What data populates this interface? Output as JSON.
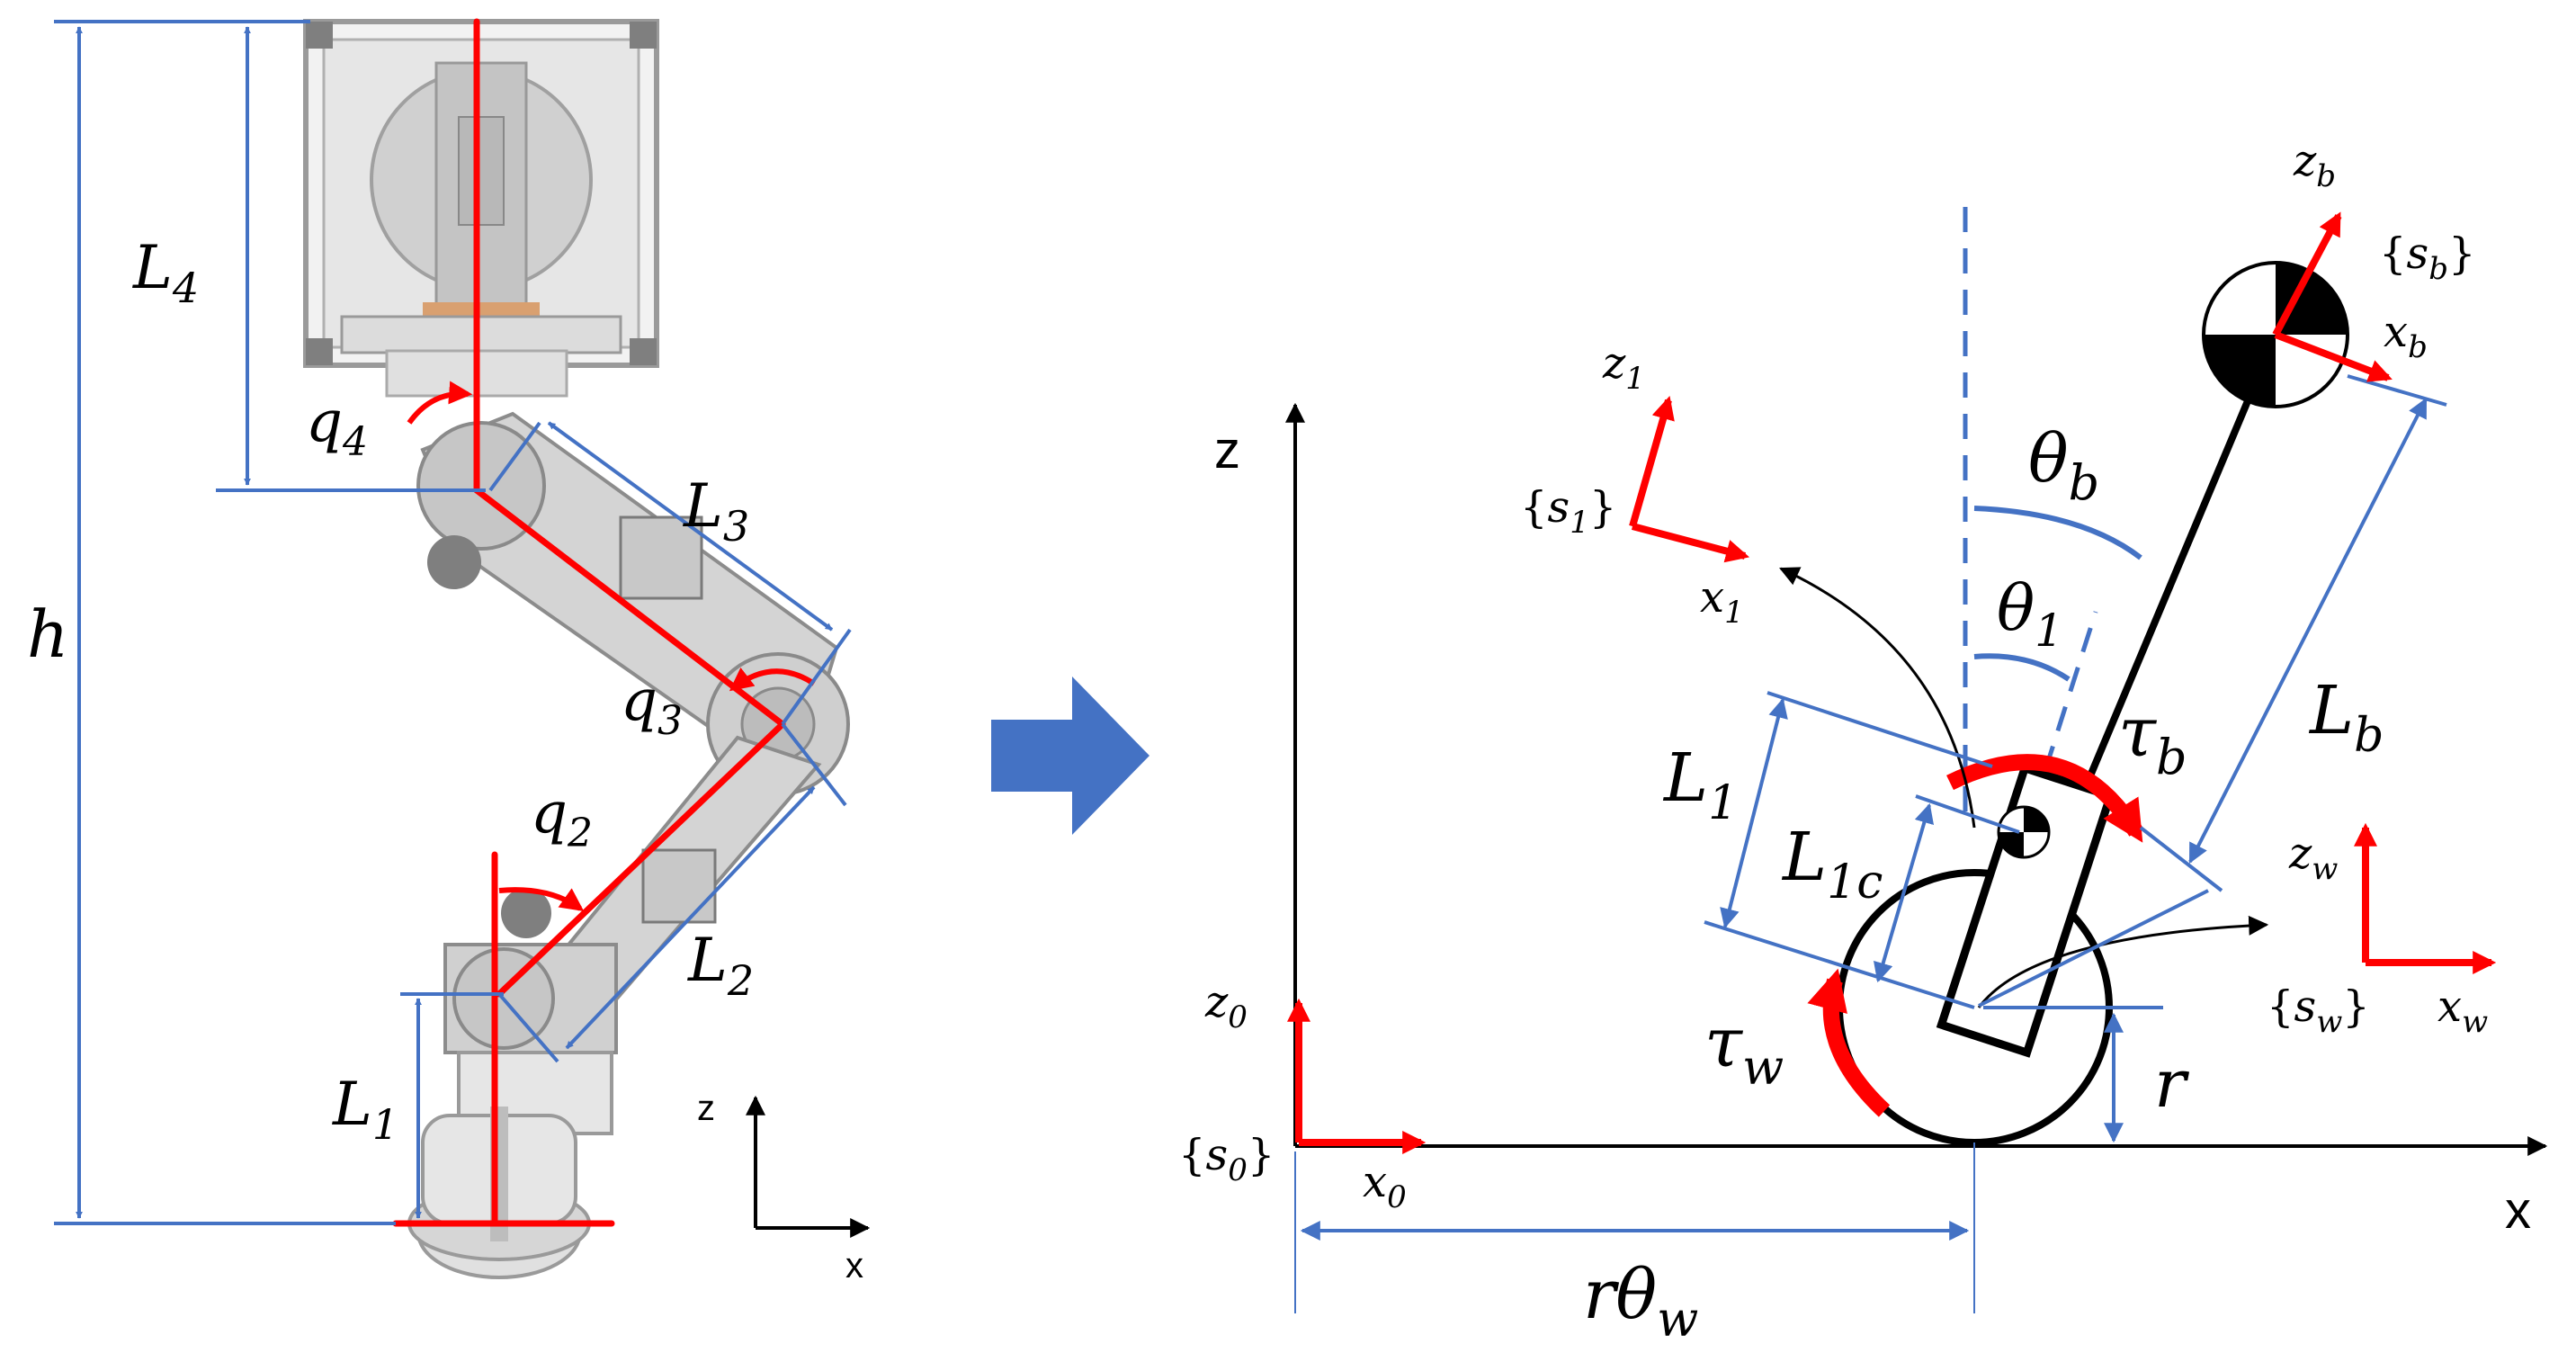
{
  "colors": {
    "frame_red": "#ff0000",
    "dim_blue": "#4472c4",
    "arrow_blue": "#4472c4",
    "robot_gray": "#d9d9d9",
    "robot_dark": "#a6a6a6",
    "ink": "#000000"
  },
  "left_robot": {
    "labels": {
      "L4": {
        "main": "L",
        "sub": "4"
      },
      "L3": {
        "main": "L",
        "sub": "3"
      },
      "L2": {
        "main": "L",
        "sub": "2"
      },
      "L1": {
        "main": "L",
        "sub": "1"
      },
      "h": "h",
      "q4": {
        "main": "q",
        "sub": "4"
      },
      "q3": {
        "main": "q",
        "sub": "3"
      },
      "q2": {
        "main": "q",
        "sub": "2"
      }
    },
    "axes": {
      "z": "z",
      "x": "x"
    }
  },
  "transition_arrow": {
    "icon": "right-arrow-icon"
  },
  "right_model": {
    "world_axes": {
      "z": "z",
      "x": "x"
    },
    "angles": {
      "theta_b": {
        "main": "θ",
        "sub": "b"
      },
      "theta_1": {
        "main": "θ",
        "sub": "1"
      }
    },
    "torques": {
      "tau_b": {
        "main": "τ",
        "sub": "b"
      },
      "tau_w": {
        "main": "τ",
        "sub": "w"
      }
    },
    "lengths": {
      "L_b": {
        "main": "L",
        "sub": "b"
      },
      "L_1": {
        "main": "L",
        "sub": "1"
      },
      "L_1c": {
        "main": "L",
        "sub": "1c"
      },
      "r": "r",
      "r_theta_w": {
        "pre": "r",
        "main": "θ",
        "sub": "w"
      }
    },
    "frames": {
      "s_b": {
        "open": "{",
        "main": "s",
        "sub": "b",
        "close": "}",
        "z": {
          "main": "z",
          "sub": "b"
        },
        "x": {
          "main": "x",
          "sub": "b"
        }
      },
      "s_1": {
        "open": "{",
        "main": "s",
        "sub": "1",
        "close": "}",
        "z": {
          "main": "z",
          "sub": "1"
        },
        "x": {
          "main": "x",
          "sub": "1"
        }
      },
      "s_w": {
        "open": "{",
        "main": "s",
        "sub": "w",
        "close": "}",
        "z": {
          "main": "z",
          "sub": "w"
        },
        "x": {
          "main": "x",
          "sub": "w"
        }
      },
      "s_0": {
        "open": "{",
        "main": "s",
        "sub": "0",
        "close": "}",
        "z": {
          "main": "z",
          "sub": "0"
        },
        "x": {
          "main": "x",
          "sub": "0"
        }
      }
    }
  }
}
